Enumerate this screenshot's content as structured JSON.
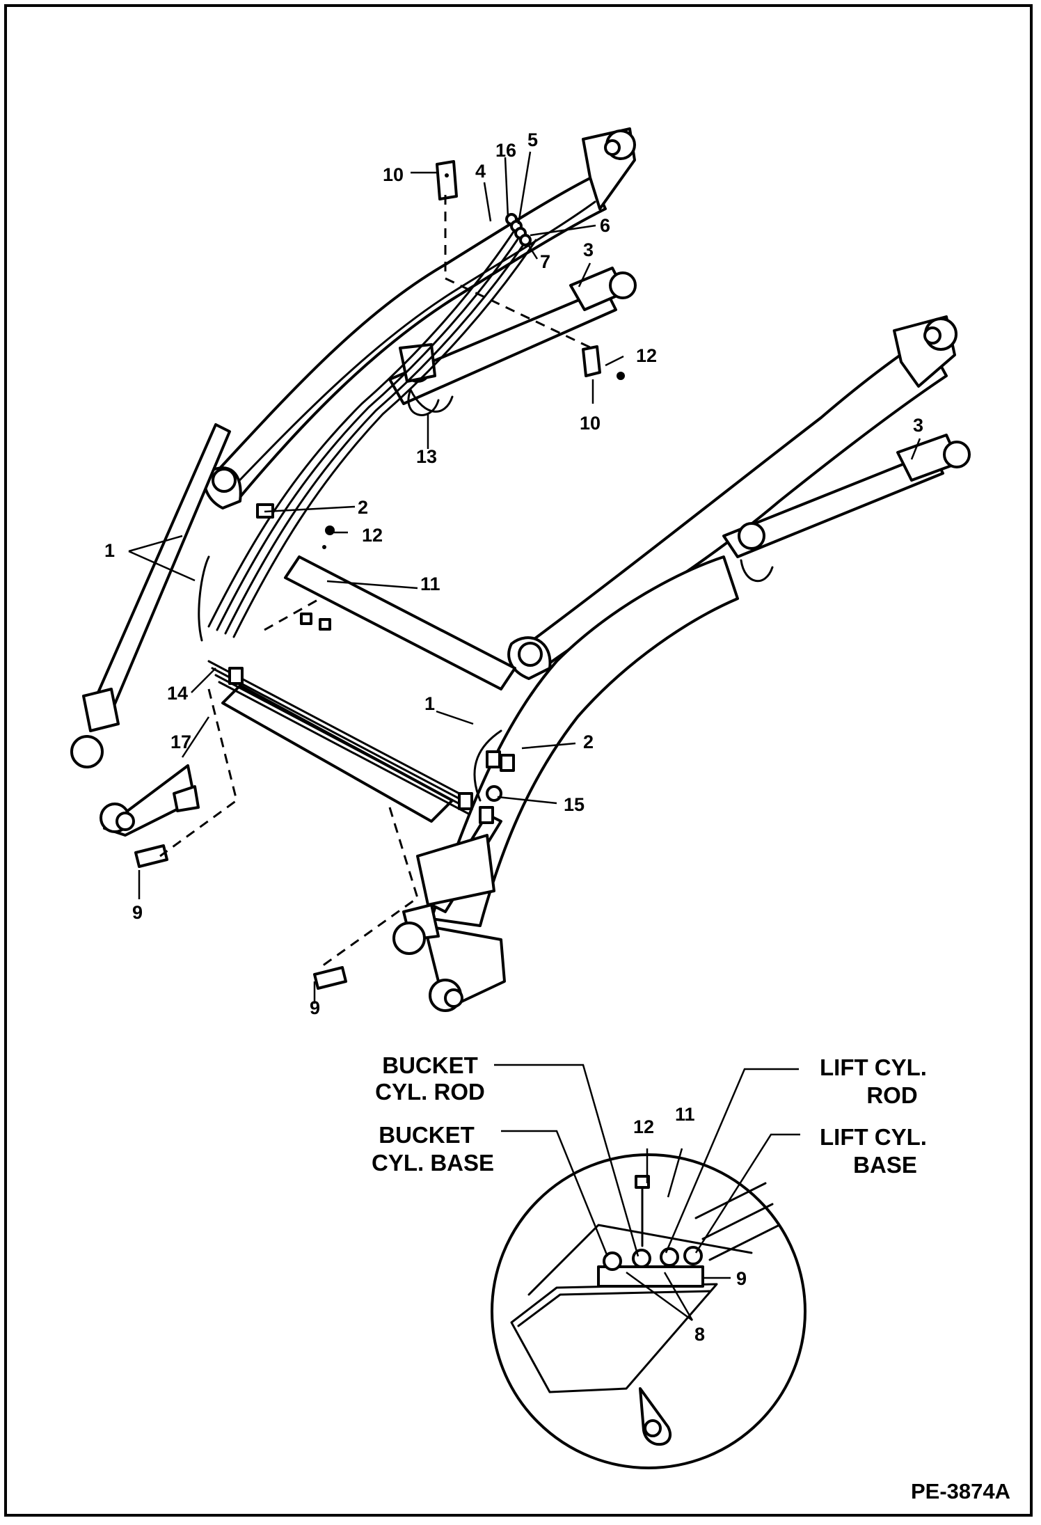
{
  "figure_code": "PE-3874A",
  "callouts": {
    "c10a": "10",
    "c16": "16",
    "c5": "5",
    "c4": "4",
    "c6": "6",
    "c7": "7",
    "c3a": "3",
    "c12a": "12",
    "c10b": "10",
    "c13": "13",
    "c3b": "3",
    "c2a": "2",
    "c12b": "12",
    "c1a": "1",
    "c11a": "11",
    "c14": "14",
    "c17": "17",
    "c1b": "1",
    "c2b": "2",
    "c15": "15",
    "c9a": "9",
    "c9b": "9",
    "c12c": "12",
    "c11b": "11",
    "c9c": "9",
    "c8": "8"
  },
  "labels": {
    "bucket_rod_1": "BUCKET",
    "bucket_rod_2": "CYL. ROD",
    "bucket_base_1": "BUCKET",
    "bucket_base_2": "CYL. BASE",
    "lift_rod_1": "LIFT CYL.",
    "lift_rod_2": "ROD",
    "lift_base_1": "LIFT CYL.",
    "lift_base_2": "BASE"
  }
}
